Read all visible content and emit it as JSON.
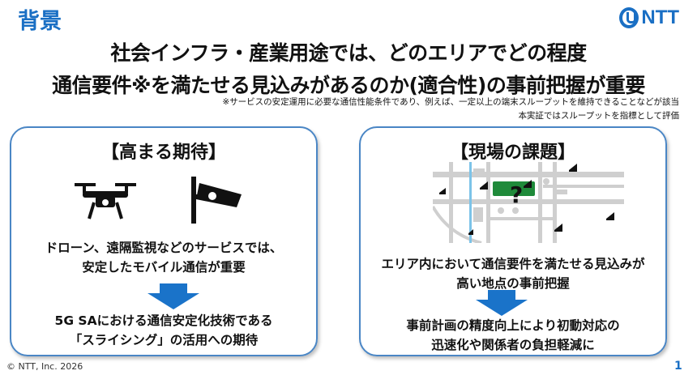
{
  "header": {
    "title": "背景",
    "logo_text": "NTT"
  },
  "headline": {
    "line1": "社会インフラ・産業用途では、どのエリアでどの程度",
    "line2": "通信要件※を満たせる見込みがあるのか(適合性)の事前把握が重要"
  },
  "notes": [
    "※サービスの安定運用に必要な通信性能条件であり、例えば、一定以上の端末スループットを維持できることなどが該当",
    "本実証ではスループットを指標として評価"
  ],
  "left_panel": {
    "title": "【高まる期待】",
    "text1_line1": "ドローン、遠隔監視などのサービスでは、",
    "text1_line2": "安定したモバイル通信が重要",
    "text2_line1": "5G SAにおける通信安定化技術である",
    "text2_line2": "「スライシング」の活用への期待"
  },
  "right_panel": {
    "title": "【現場の課題】",
    "map_mark": "?",
    "text1_line1": "エリア内において通信要件を満たせる見込みが",
    "text1_line2": "高い地点の事前把握",
    "text2_line1": "事前計画の精度向上により初動対応の",
    "text2_line2": "迅速化や関係者の負担軽減に"
  },
  "footer": {
    "copyright": "© NTT, Inc.  2026",
    "page": "1"
  },
  "colors": {
    "accent": "#1a6fc4",
    "arrow": "#1a73c9",
    "map_green": "#1f8a3a",
    "road": "#cfcfcf",
    "river": "#7cc3e8"
  }
}
